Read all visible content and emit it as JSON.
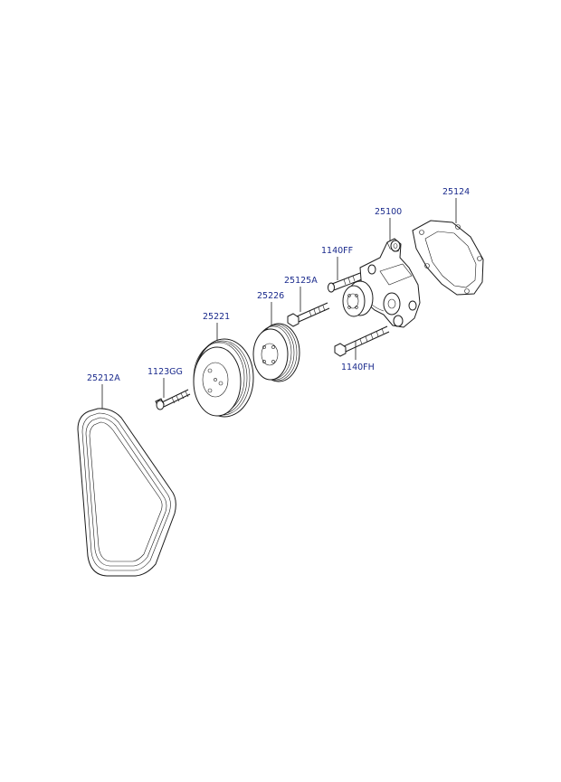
{
  "parts": [
    {
      "id": "belt",
      "label": "25212A"
    },
    {
      "id": "bolt-crank",
      "label": "1123GG"
    },
    {
      "id": "pulley-crank",
      "label": "25221"
    },
    {
      "id": "pulley-pump",
      "label": "25226"
    },
    {
      "id": "bolt-pulley",
      "label": "25125A"
    },
    {
      "id": "bolt-ff",
      "label": "1140FF"
    },
    {
      "id": "water-pump",
      "label": "25100"
    },
    {
      "id": "bolt-fh",
      "label": "1140FH"
    },
    {
      "id": "gasket",
      "label": "25124"
    }
  ],
  "colors": {
    "label": "#1a2a8c",
    "line": "#1a1a1a"
  }
}
